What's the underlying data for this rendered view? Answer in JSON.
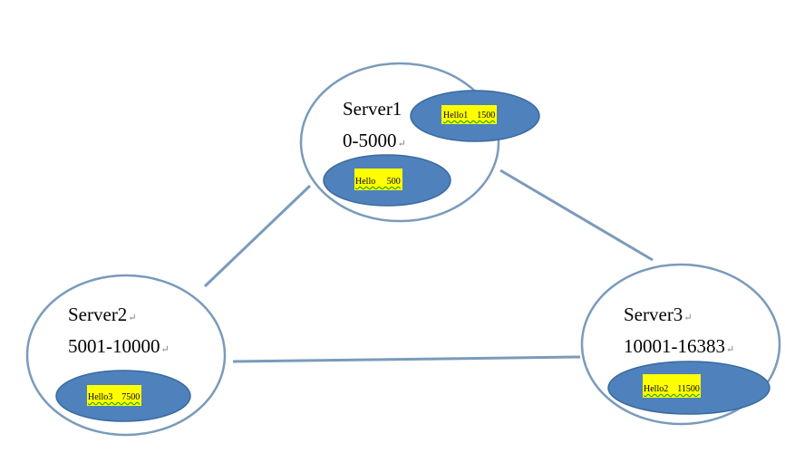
{
  "servers": [
    {
      "id": "server1",
      "name": "Server1",
      "range": "0-5000"
    },
    {
      "id": "server2",
      "name": "Server2",
      "range": "5001-10000"
    },
    {
      "id": "server3",
      "name": "Server3",
      "range": "10001-16383"
    }
  ],
  "keys": [
    {
      "id": "hello1",
      "label": "Hello1    1500",
      "server": "server1"
    },
    {
      "id": "hello",
      "label": "Hello     500",
      "server": "server1"
    },
    {
      "id": "hello3",
      "label": "Hello3    7500",
      "server": "server2"
    },
    {
      "id": "hello2",
      "label": "Hello2    11500",
      "server": "server3"
    }
  ],
  "paragraph_mark": "↵",
  "colors": {
    "server_outline": "#7a9bbb",
    "connector": "#7a9bbb",
    "key_fill": "#4f81bd",
    "key_outline": "#3a6a9e",
    "label_highlight": "#ffff00"
  }
}
